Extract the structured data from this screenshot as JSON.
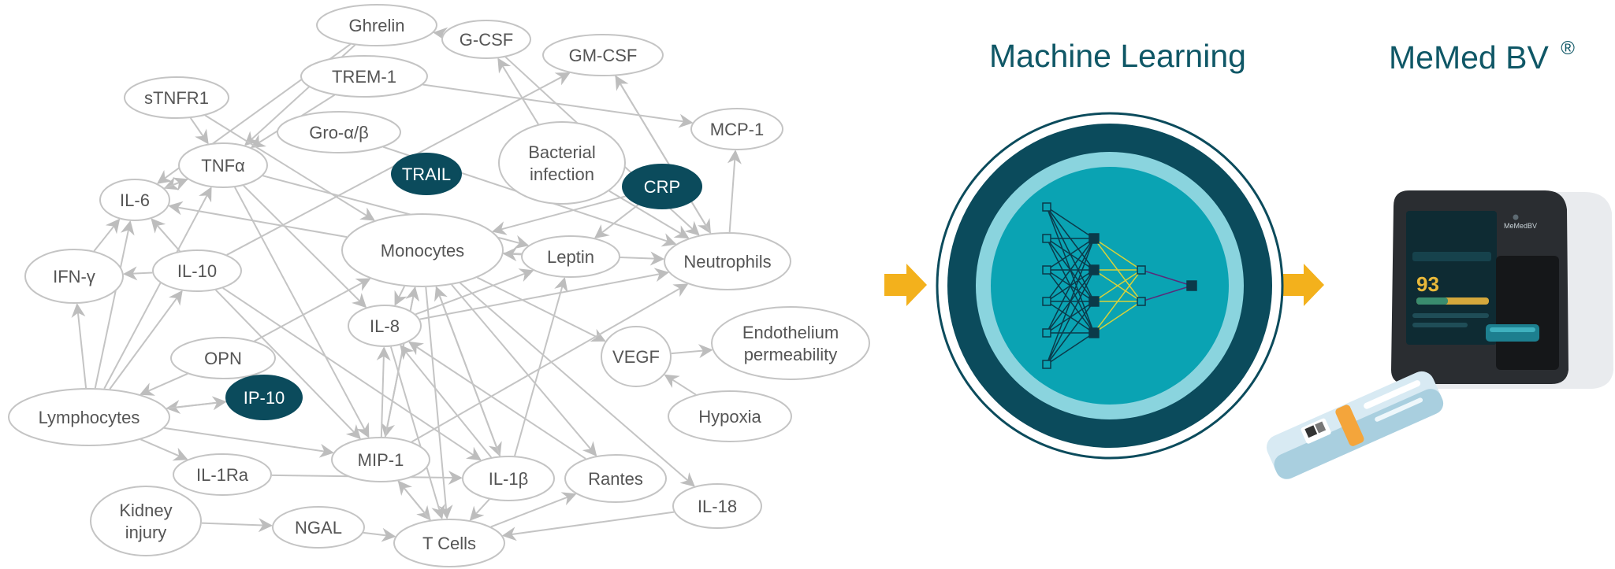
{
  "network": {
    "nodes": [
      {
        "id": "ghrelin",
        "lines": [
          "Ghrelin"
        ],
        "highlight": false
      },
      {
        "id": "gcsf",
        "lines": [
          "G-CSF"
        ],
        "highlight": false
      },
      {
        "id": "gmcsf",
        "lines": [
          "GM-CSF"
        ],
        "highlight": false
      },
      {
        "id": "trem1",
        "lines": [
          "TREM-1"
        ],
        "highlight": false
      },
      {
        "id": "stnfr1",
        "lines": [
          "sTNFR1"
        ],
        "highlight": false
      },
      {
        "id": "groab",
        "lines": [
          "Gro-α/β"
        ],
        "highlight": false
      },
      {
        "id": "mcp1",
        "lines": [
          "MCP-1"
        ],
        "highlight": false
      },
      {
        "id": "tnfa",
        "lines": [
          "TNFα"
        ],
        "highlight": false
      },
      {
        "id": "trail",
        "lines": [
          "TRAIL"
        ],
        "highlight": true
      },
      {
        "id": "bacterial",
        "lines": [
          "Bacterial",
          "infection"
        ],
        "highlight": false
      },
      {
        "id": "crp",
        "lines": [
          "CRP"
        ],
        "highlight": true
      },
      {
        "id": "il6",
        "lines": [
          "IL-6"
        ],
        "highlight": false
      },
      {
        "id": "monocytes",
        "lines": [
          "Monocytes"
        ],
        "highlight": false
      },
      {
        "id": "leptin",
        "lines": [
          "Leptin"
        ],
        "highlight": false
      },
      {
        "id": "neutrophils",
        "lines": [
          "Neutrophils"
        ],
        "highlight": false
      },
      {
        "id": "ifng",
        "lines": [
          "IFN-γ"
        ],
        "highlight": false
      },
      {
        "id": "il10",
        "lines": [
          "IL-10"
        ],
        "highlight": false
      },
      {
        "id": "il8",
        "lines": [
          "IL-8"
        ],
        "highlight": false
      },
      {
        "id": "vegf",
        "lines": [
          "VEGF"
        ],
        "highlight": false
      },
      {
        "id": "endothelium",
        "lines": [
          "Endothelium",
          "permeability"
        ],
        "highlight": false
      },
      {
        "id": "opn",
        "lines": [
          "OPN"
        ],
        "highlight": false
      },
      {
        "id": "ip10",
        "lines": [
          "IP-10"
        ],
        "highlight": true
      },
      {
        "id": "lymphocytes",
        "lines": [
          "Lymphocytes"
        ],
        "highlight": false
      },
      {
        "id": "hypoxia",
        "lines": [
          "Hypoxia"
        ],
        "highlight": false
      },
      {
        "id": "mip1",
        "lines": [
          "MIP-1"
        ],
        "highlight": false
      },
      {
        "id": "il1ra",
        "lines": [
          "IL-1Ra"
        ],
        "highlight": false
      },
      {
        "id": "il1b",
        "lines": [
          "IL-1β"
        ],
        "highlight": false
      },
      {
        "id": "rantes",
        "lines": [
          "Rantes"
        ],
        "highlight": false
      },
      {
        "id": "kidney",
        "lines": [
          "Kidney",
          "injury"
        ],
        "highlight": false
      },
      {
        "id": "ngal",
        "lines": [
          "NGAL"
        ],
        "highlight": false
      },
      {
        "id": "il18",
        "lines": [
          "IL-18"
        ],
        "highlight": false
      },
      {
        "id": "tcells",
        "lines": [
          "T Cells"
        ],
        "highlight": false
      }
    ],
    "edges": [
      [
        "ghrelin",
        "tnfa"
      ],
      [
        "ghrelin",
        "il6"
      ],
      [
        "gcsf",
        "ghrelin"
      ],
      [
        "gcsf",
        "neutrophils"
      ],
      [
        "trem1",
        "tnfa"
      ],
      [
        "trem1",
        "mcp1"
      ],
      [
        "stnfr1",
        "tnfa"
      ],
      [
        "stnfr1",
        "monocytes"
      ],
      [
        "gmcsf",
        "neutrophils"
      ],
      [
        "groab",
        "neutrophils"
      ],
      [
        "bacterial",
        "gcsf"
      ],
      [
        "bacterial",
        "neutrophils"
      ],
      [
        "crp",
        "monocytes"
      ],
      [
        "crp",
        "leptin"
      ],
      [
        "tnfa",
        "il6"
      ],
      [
        "tnfa",
        "leptin"
      ],
      [
        "tnfa",
        "il8"
      ],
      [
        "tnfa",
        "mip1"
      ],
      [
        "il6",
        "tnfa"
      ],
      [
        "monocytes",
        "il6"
      ],
      [
        "monocytes",
        "il8"
      ],
      [
        "monocytes",
        "vegf"
      ],
      [
        "monocytes",
        "il1b"
      ],
      [
        "monocytes",
        "rantes"
      ],
      [
        "monocytes",
        "il18"
      ],
      [
        "monocytes",
        "mip1"
      ],
      [
        "monocytes",
        "tcells"
      ],
      [
        "monocytes",
        "neutrophils"
      ],
      [
        "leptin",
        "monocytes"
      ],
      [
        "neutrophils",
        "mcp1"
      ],
      [
        "neutrophils",
        "gmcsf"
      ],
      [
        "il10",
        "ifng"
      ],
      [
        "il10",
        "il6"
      ],
      [
        "il10",
        "gmcsf"
      ],
      [
        "il10",
        "mip1"
      ],
      [
        "il10",
        "il1b"
      ],
      [
        "ifng",
        "il6"
      ],
      [
        "il8",
        "neutrophils"
      ],
      [
        "il8",
        "leptin"
      ],
      [
        "il8",
        "tcells"
      ],
      [
        "opn",
        "lymphocytes"
      ],
      [
        "opn",
        "monocytes"
      ],
      [
        "ip10",
        "lymphocytes"
      ],
      [
        "lymphocytes",
        "ifng"
      ],
      [
        "lymphocytes",
        "il10"
      ],
      [
        "lymphocytes",
        "tnfa"
      ],
      [
        "lymphocytes",
        "ip10"
      ],
      [
        "lymphocytes",
        "mip1"
      ],
      [
        "lymphocytes",
        "il1ra"
      ],
      [
        "lymphocytes",
        "il6"
      ],
      [
        "hypoxia",
        "vegf"
      ],
      [
        "vegf",
        "endothelium"
      ],
      [
        "mip1",
        "monocytes"
      ],
      [
        "mip1",
        "tcells"
      ],
      [
        "mip1",
        "il8"
      ],
      [
        "mip1",
        "neutrophils"
      ],
      [
        "il1b",
        "monocytes"
      ],
      [
        "il1b",
        "il8"
      ],
      [
        "il1b",
        "leptin"
      ],
      [
        "il1b",
        "tcells"
      ],
      [
        "il1ra",
        "il1b"
      ],
      [
        "il18",
        "tcells"
      ],
      [
        "tcells",
        "rantes"
      ],
      [
        "kidney",
        "ngal"
      ],
      [
        "ngal",
        "tcells"
      ],
      [
        "tcells",
        "mip1"
      ],
      [
        "rantes",
        "il8"
      ]
    ]
  },
  "ml_heading": "Machine Learning",
  "product_heading": "MeMed BV",
  "product_mark": "®",
  "device": {
    "score": "93",
    "brand": "MeMedBV"
  },
  "colors": {
    "highlight_node": "#0b4b5c",
    "heading_teal": "#0f5766",
    "arrow_orange": "#f3b11c",
    "ring_dark": "#0b4b5c",
    "ring_light": "#8ad4de",
    "core_teal": "#0aa3b3",
    "edge_gray": "#c4c4c4"
  },
  "nn": {
    "layers": [
      6,
      4,
      2,
      1
    ]
  }
}
